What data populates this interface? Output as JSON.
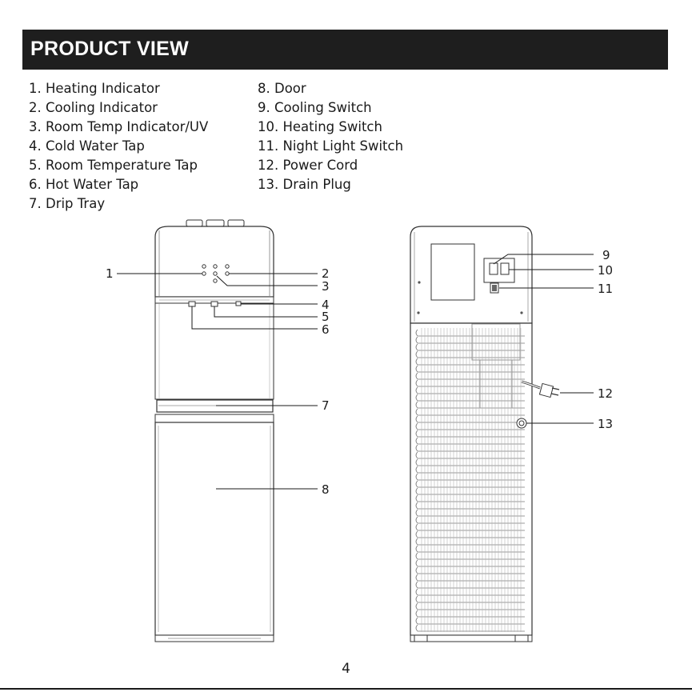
{
  "banner": {
    "title": "PRODUCT VIEW"
  },
  "legend": {
    "left": [
      "1. Heating Indicator",
      "2. Cooling Indicator",
      "3. Room Temp Indicator/UV",
      "4. Cold Water Tap",
      "5. Room Temperature Tap",
      "6. Hot Water Tap",
      "7. Drip Tray"
    ],
    "right": [
      "8. Door",
      "9. Cooling Switch",
      "10. Heating Switch",
      "11. Night Light Switch",
      "12. Power Cord",
      "13. Drain Plug"
    ]
  },
  "callouts": {
    "front": [
      "1",
      "2",
      "3",
      "4",
      "5",
      "6",
      "7",
      "8"
    ],
    "back": [
      "9",
      "10",
      "11",
      "12",
      "13"
    ]
  },
  "page_number": "4"
}
